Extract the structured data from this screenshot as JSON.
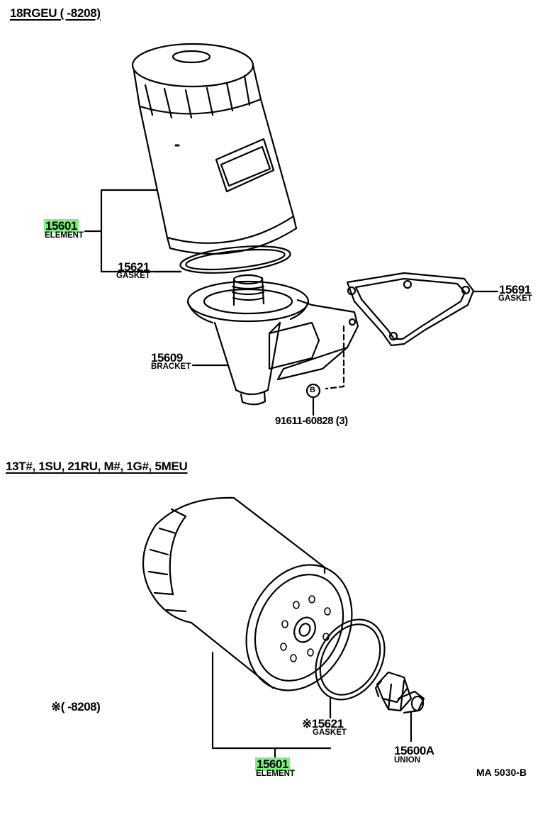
{
  "section_top": {
    "header": "18RGEU (      -8208)",
    "parts": {
      "element": {
        "number": "15601",
        "name": "ELEMENT"
      },
      "gasket": {
        "number": "15621",
        "name": "GASKET"
      },
      "bracket": {
        "number": "15609",
        "name": "BRACKET"
      },
      "gasket2": {
        "number": "15691",
        "name": "GASKET"
      },
      "bolt": {
        "number": "91611-60828 (3)",
        "symbol": "B"
      }
    }
  },
  "section_bottom": {
    "header": "13T#, 1SU, 21RU, M#, 1G#, 5MEU",
    "note": "※(      -8208)",
    "parts": {
      "gasket": {
        "number": "※15621",
        "name": "GASKET"
      },
      "union": {
        "number": "15600A",
        "name": "UNION"
      },
      "element": {
        "number": "15601",
        "name": "ELEMENT"
      }
    }
  },
  "figure_code": "MA 5030-B",
  "colors": {
    "highlight": "#7CF27C",
    "ink": "#000000"
  }
}
